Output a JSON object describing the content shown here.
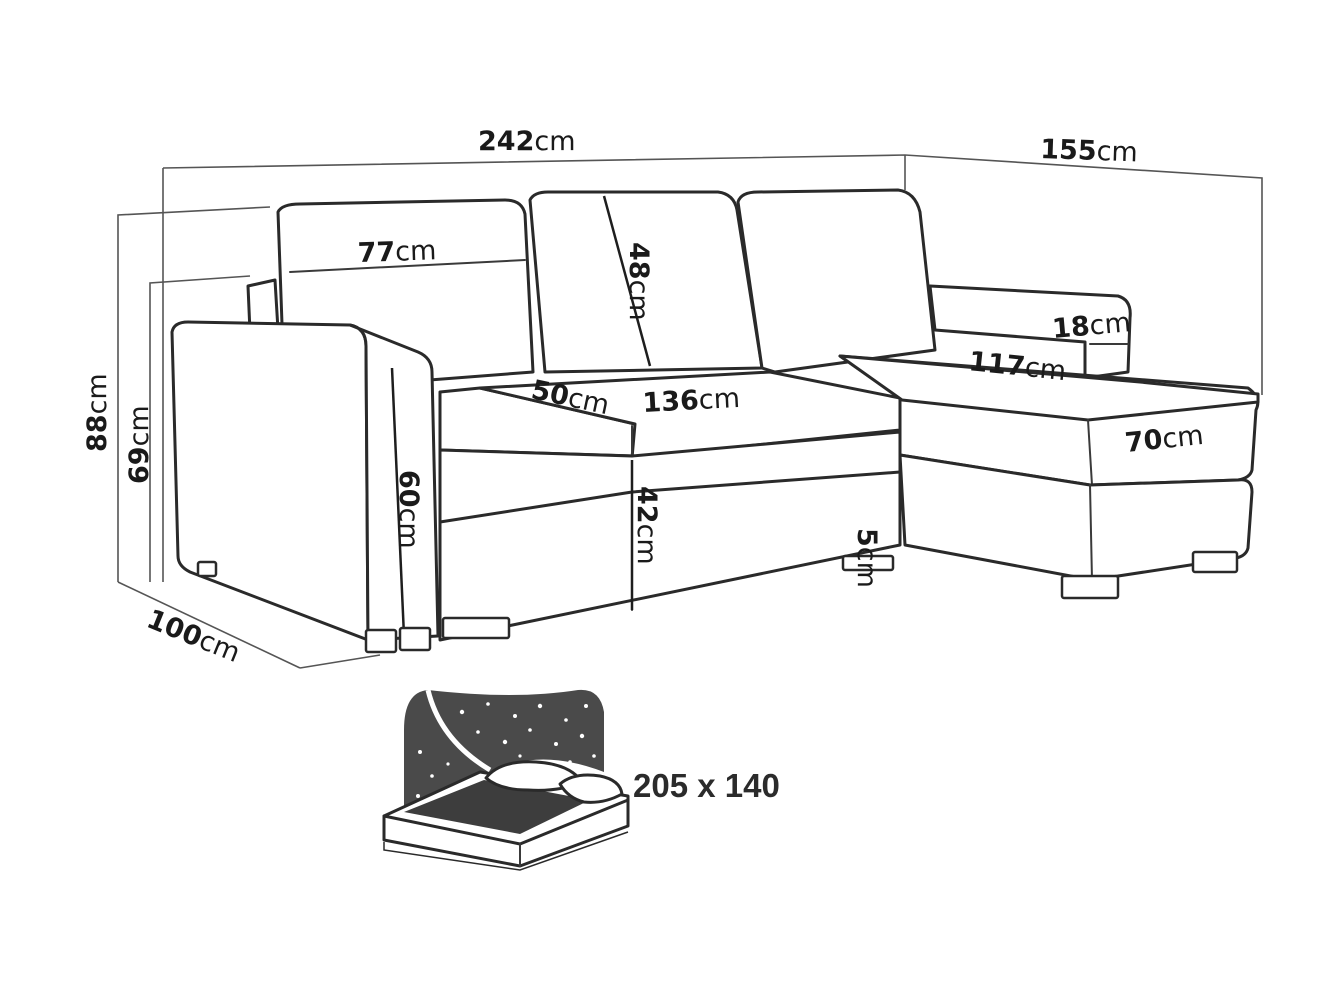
{
  "dimensions": {
    "total_width": {
      "value": "242",
      "unit": "cm"
    },
    "chaise_length": {
      "value": "155",
      "unit": "cm"
    },
    "cushion_width": {
      "value": "77",
      "unit": "cm"
    },
    "back_height": {
      "value": "48",
      "unit": "cm"
    },
    "armrest_width": {
      "value": "18",
      "unit": "cm"
    },
    "seat_depth": {
      "value": "50",
      "unit": "cm"
    },
    "seat_width": {
      "value": "136",
      "unit": "cm"
    },
    "chaise_seat": {
      "value": "117",
      "unit": "cm"
    },
    "chaise_width": {
      "value": "70",
      "unit": "cm"
    },
    "overall_height": {
      "value": "88",
      "unit": "cm"
    },
    "back_frame_height": {
      "value": "69",
      "unit": "cm"
    },
    "armrest_height": {
      "value": "60",
      "unit": "cm"
    },
    "seat_height": {
      "value": "42",
      "unit": "cm"
    },
    "leg_height": {
      "value": "5",
      "unit": "cm"
    },
    "depth": {
      "value": "100",
      "unit": "cm"
    }
  },
  "sleeping_area": "205 x 140",
  "colors": {
    "line": "#2a2a2a",
    "starfield": "#4a4a4a",
    "mattress": "#3d3d3d"
  },
  "icons": [
    "sofa-bed-diagram",
    "bed-with-pillows-icon",
    "starry-night-icon"
  ]
}
